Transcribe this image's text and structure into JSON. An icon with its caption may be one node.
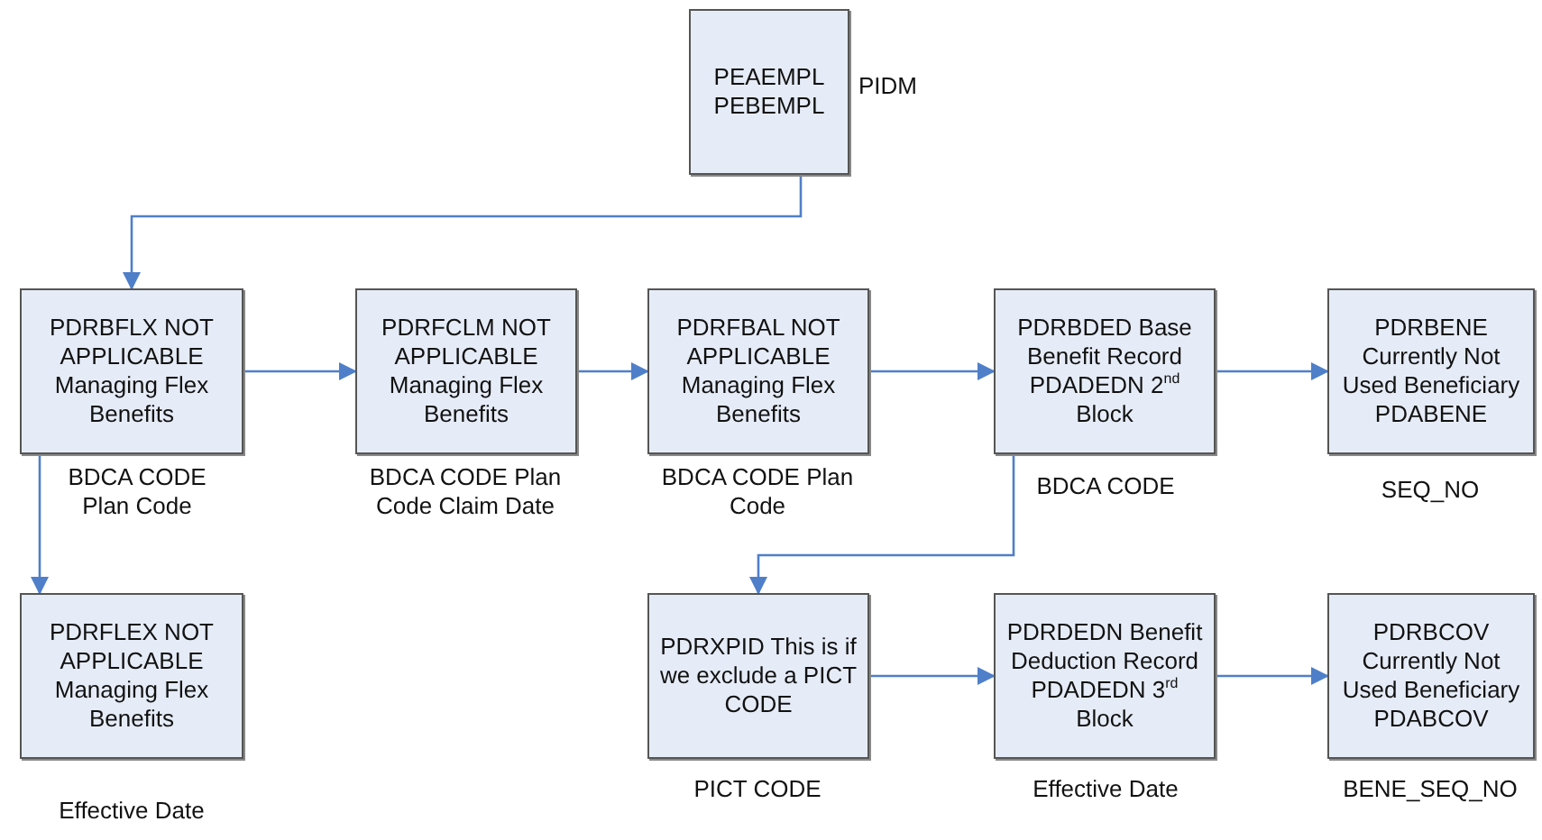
{
  "diagram": {
    "nodes": [
      {
        "text": [
          "PEAEMPL PEBEMPL"
        ],
        "beside": [
          "PIDM"
        ]
      },
      {
        "text": [
          "PDRBFLX NOT APPLICABLE Managing Flex Benefits"
        ],
        "beside": [
          "BDCA CODE Plan Code"
        ]
      },
      {
        "text": [
          "PDRFCLM NOT APPLICABLE Managing Flex Benefits"
        ],
        "beside": [
          "BDCA CODE Plan Code Claim Date"
        ]
      },
      {
        "text": [
          "PDRFBAL NOT APPLICABLE Managing Flex Benefits"
        ],
        "beside": [
          "BDCA CODE Plan Code"
        ]
      },
      {
        "text": [
          "PDRBDED Base Benefit Record PDADEDN 2$^{nd}$ Block"
        ],
        "beside": [
          "BDCA CODE"
        ]
      },
      {
        "text": [
          "PDRBENE Currently Not Used Beneficiary PDABENE"
        ],
        "beside": [
          "SEQ_NO"
        ]
      },
      {
        "text": [
          "PDRFLEX NOT APPLICABLE Managing Flex Benefits"
        ],
        "beside": [
          "Effective Date"
        ]
      },
      {
        "text": [
          "PDRXPID This is if we exclude a PICT CODE"
        ],
        "beside": [
          "PICT CODE"
        ]
      },
      {
        "text": [
          "PDRDEDN Benefit Deduction Record PDADEDN 3$^{rd}$ Block"
        ],
        "beside": [
          "Effective Date"
        ]
      },
      {
        "text": [
          "PDRBCOV Currently Not Used Beneficiary PDABCOV"
        ],
        "beside": [
          "BENE_SEQ_NO"
        ]
      }
    ],
    "edges": [
      {
        "from": 0,
        "to": 1,
        "arrow": "to"
      },
      {
        "from": 1,
        "to": 2,
        "arrow": "to"
      },
      {
        "from": 2,
        "to": 3,
        "arrow": "to"
      },
      {
        "from": 3,
        "to": 4,
        "arrow": "to"
      },
      {
        "from": 4,
        "to": 5,
        "arrow": "to"
      },
      {
        "from": 1,
        "to": 6,
        "arrow": "to"
      },
      {
        "from": 4,
        "to": 7,
        "arrow": "to"
      },
      {
        "from": 7,
        "to": 8,
        "arrow": "to"
      },
      {
        "from": 8,
        "to": 9,
        "arrow": "to"
      }
    ]
  }
}
